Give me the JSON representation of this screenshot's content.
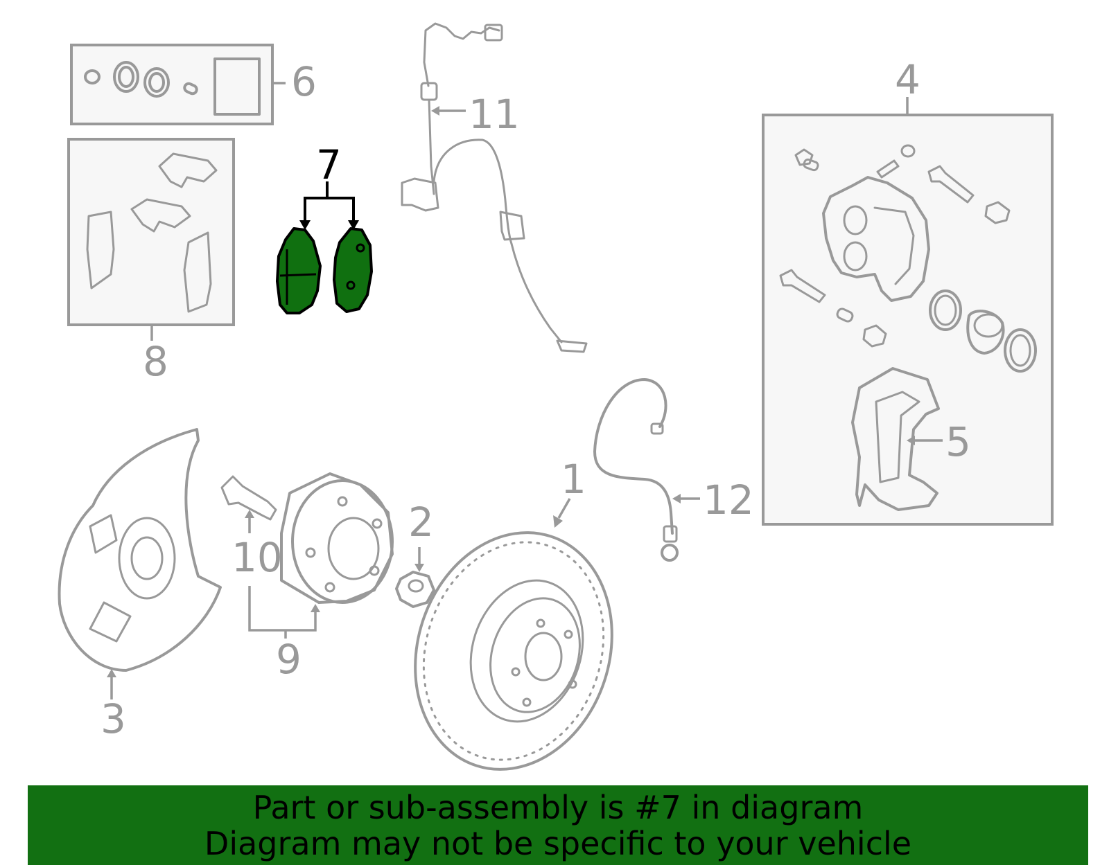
{
  "colors": {
    "line_art": "#999999",
    "highlight_fill": "#107010",
    "banner_background": "#127012",
    "highlight_text": "#000000"
  },
  "callouts": {
    "n1": "1",
    "n2": "2",
    "n3": "3",
    "n4": "4",
    "n5": "5",
    "n6": "6",
    "n7": "7",
    "n8": "8",
    "n9": "9",
    "n10": "10",
    "n11": "11",
    "n12": "12"
  },
  "highlighted_part": "7",
  "banner": {
    "line1": "Part or sub-assembly is #7 in diagram",
    "line2": "Diagram may not be specific to your vehicle"
  }
}
